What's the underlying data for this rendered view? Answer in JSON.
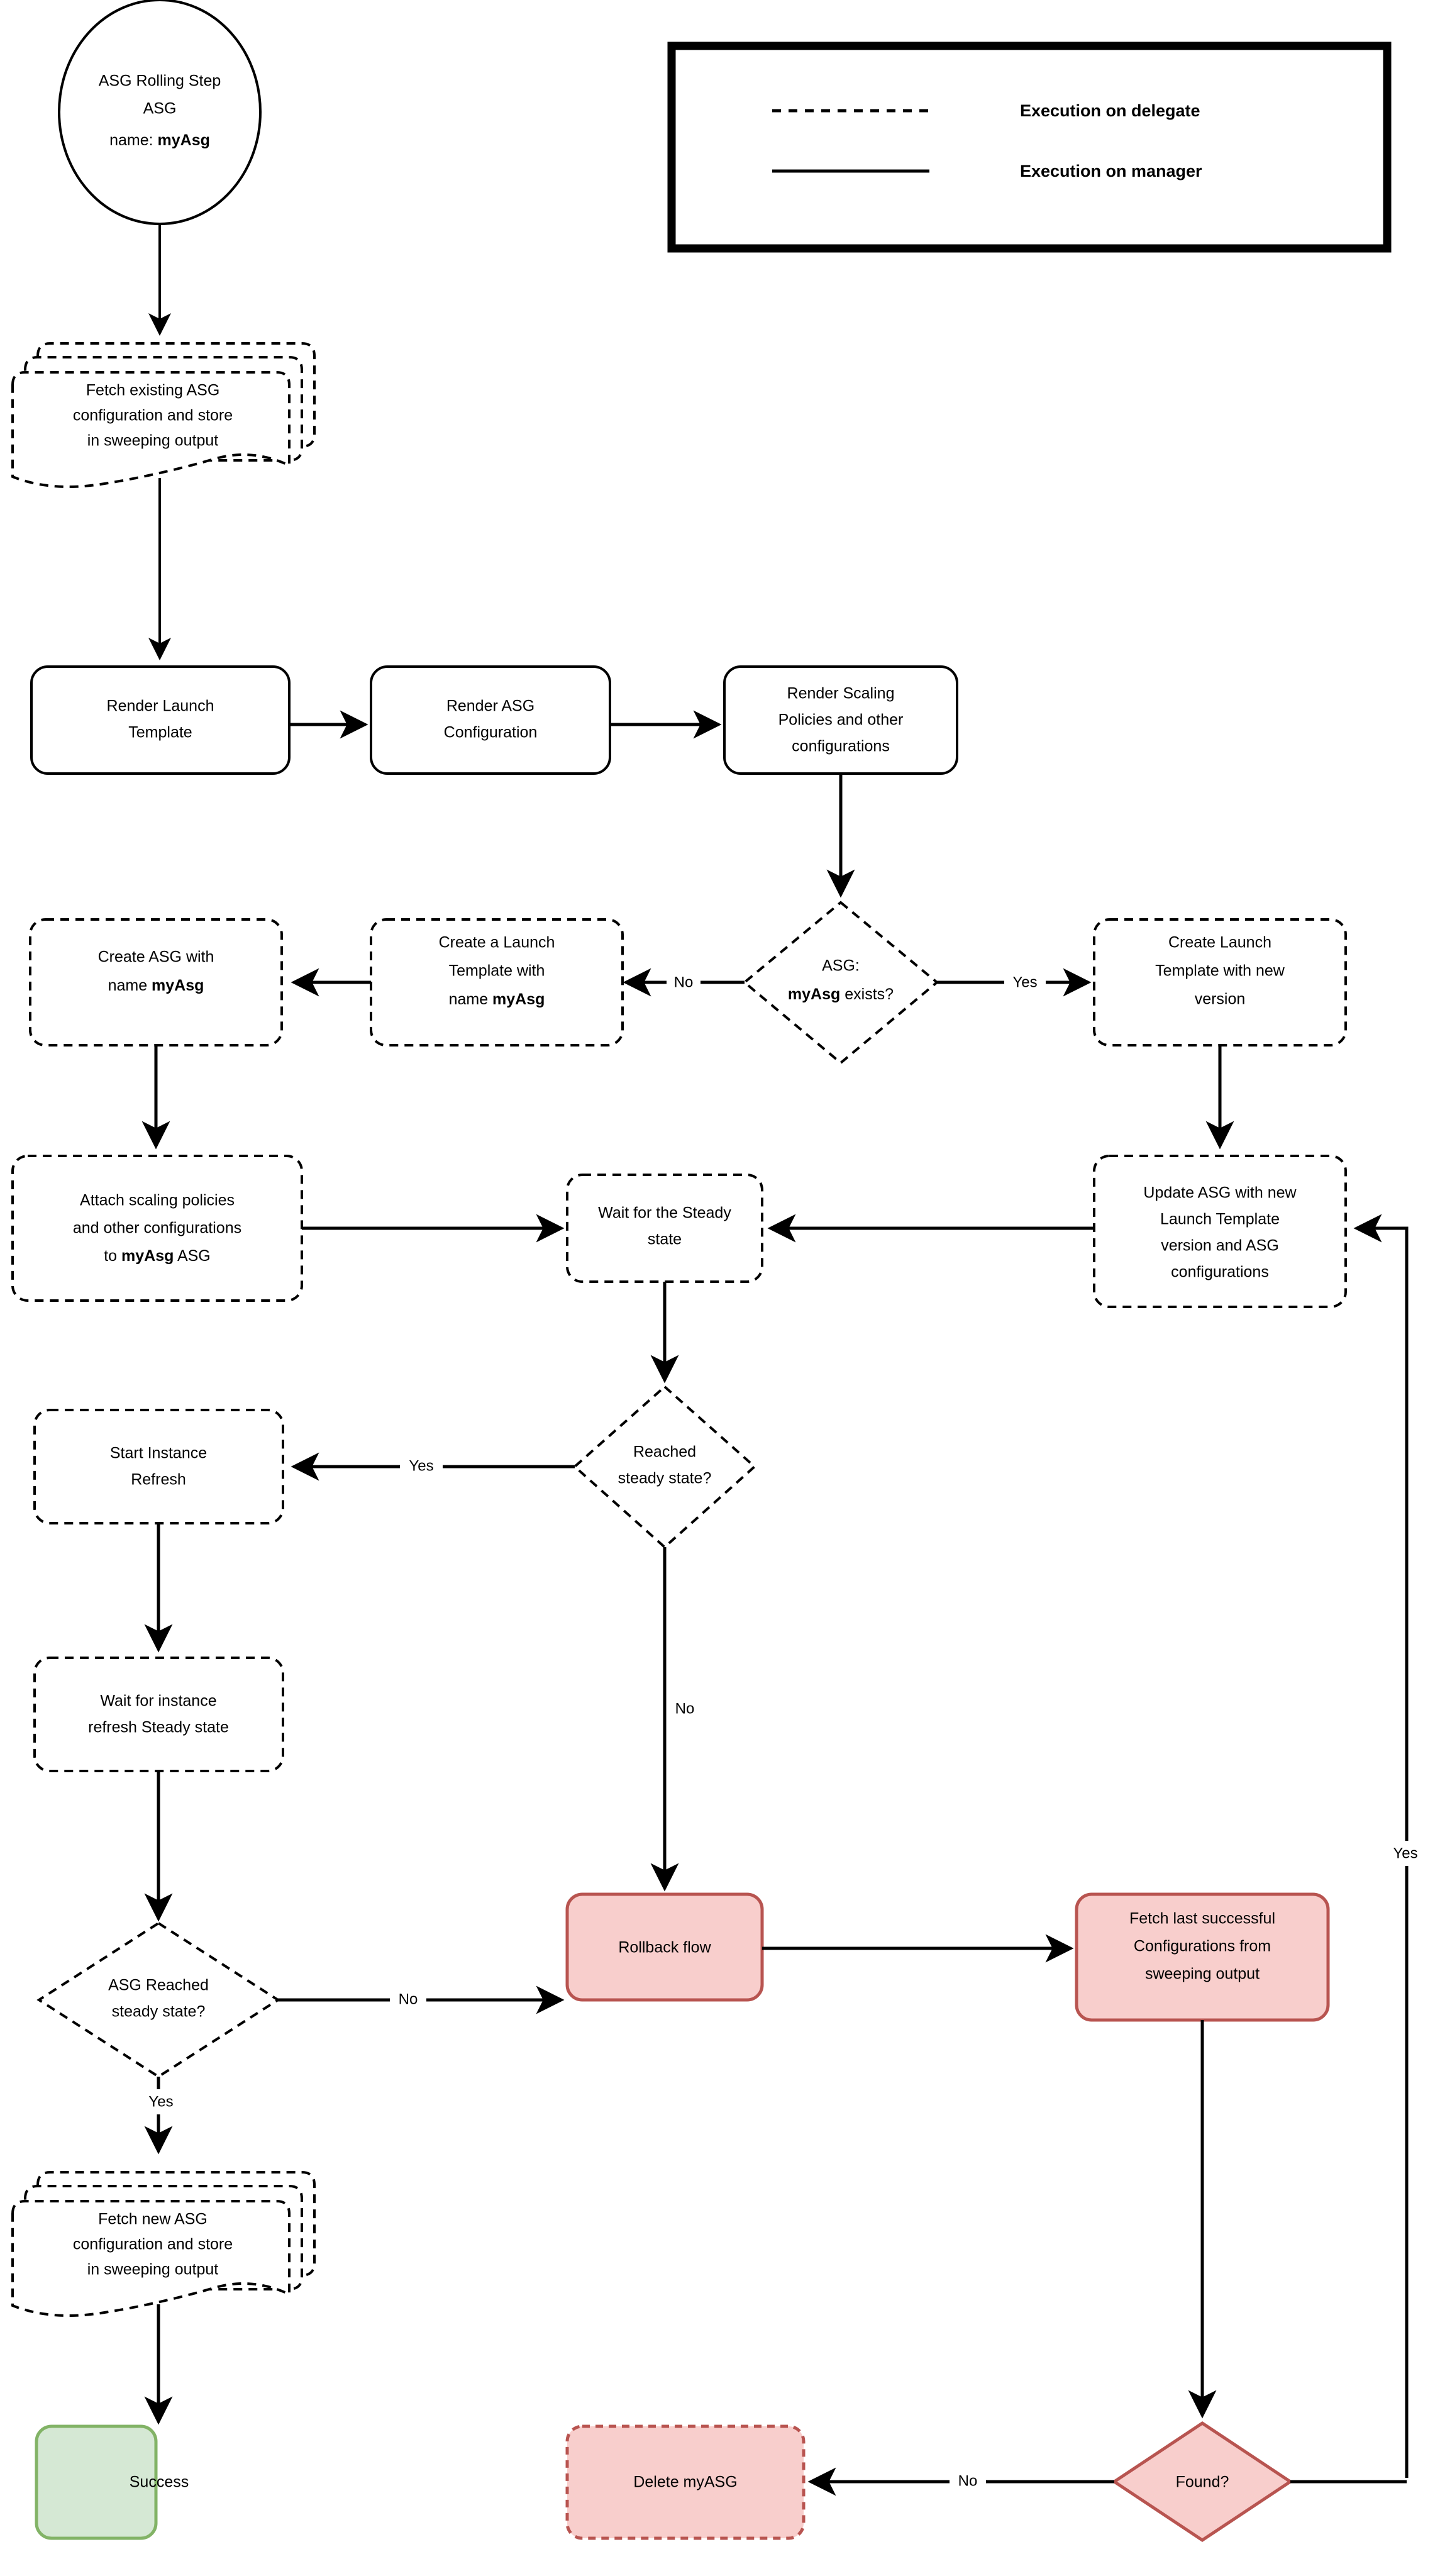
{
  "diagram": {
    "title": "ASG Rolling Step flowchart",
    "colors": {
      "stroke": "#000000",
      "green_fill": "#d5e8d4",
      "green_stroke": "#82b366",
      "red_fill": "#f8cecc",
      "red_stroke": "#b85450"
    }
  },
  "legend": {
    "items": [
      {
        "style": "dashed",
        "label": "Execution on delegate"
      },
      {
        "style": "solid",
        "label": "Execution on manager"
      }
    ]
  },
  "nodes": {
    "start": {
      "line1": "ASG Rolling Step",
      "line2": "ASG",
      "line3_prefix": "name: ",
      "line3_bold": "myAsg"
    },
    "fetch_existing": {
      "line1": "Fetch existing ASG",
      "line2": "configuration and store",
      "line3": "in sweeping output"
    },
    "render_launch_template": {
      "line1": "Render Launch",
      "line2": "Template"
    },
    "render_asg_config": {
      "line1": "Render ASG",
      "line2": "Configuration"
    },
    "render_scaling": {
      "line1": "Render Scaling",
      "line2": "Policies and other",
      "line3": "configurations"
    },
    "asg_exists": {
      "line1": "ASG:",
      "line2_bold": "myAsg",
      "line2_rest": " exists?"
    },
    "create_launch_template_new": {
      "line1": "Create Launch",
      "line2": "Template with new",
      "line3": "version"
    },
    "create_launch_template_named": {
      "line1": "Create a Launch",
      "line2": "Template with",
      "line3_prefix": "name ",
      "line3_bold": "myAsg"
    },
    "create_asg": {
      "line1": "Create ASG with",
      "line2_prefix": "name ",
      "line2_bold": "myAsg"
    },
    "attach_policies": {
      "line1": "Attach scaling policies",
      "line2": "and other configurations",
      "line3_prefix": "to ",
      "line3_bold": "myAsg",
      "line3_suffix": " ASG"
    },
    "wait_steady": {
      "line1": "Wait for the Steady",
      "line2": "state"
    },
    "update_asg": {
      "line1": "Update ASG with new",
      "line2": "Launch Template",
      "line3": "version and ASG",
      "line4": "configurations"
    },
    "reached_steady": {
      "line1": "Reached",
      "line2": "steady state?"
    },
    "start_instance_refresh": {
      "line1": "Start Instance",
      "line2": "Refresh"
    },
    "wait_instance_refresh": {
      "line1": "Wait for instance",
      "line2": "refresh Steady state"
    },
    "asg_reached_steady": {
      "line1": "ASG Reached",
      "line2": "steady state?"
    },
    "rollback_flow": {
      "line1": "Rollback flow"
    },
    "fetch_last_successful": {
      "line1": "Fetch last successful",
      "line2": "Configurations from",
      "line3": "sweeping output"
    },
    "fetch_new_asg": {
      "line1": "Fetch new ASG",
      "line2": "configuration and store",
      "line3": "in sweeping output"
    },
    "success": {
      "line1": "Success"
    },
    "delete_myasg": {
      "line1": "Delete myASG"
    },
    "found": {
      "line1": "Found?"
    }
  },
  "edge_labels": {
    "exists_no": "No",
    "exists_yes": "Yes",
    "reached_yes": "Yes",
    "reached_no": "No",
    "asg_reached_no": "No",
    "asg_reached_yes": "Yes",
    "found_no": "No",
    "found_yes": "Yes"
  }
}
